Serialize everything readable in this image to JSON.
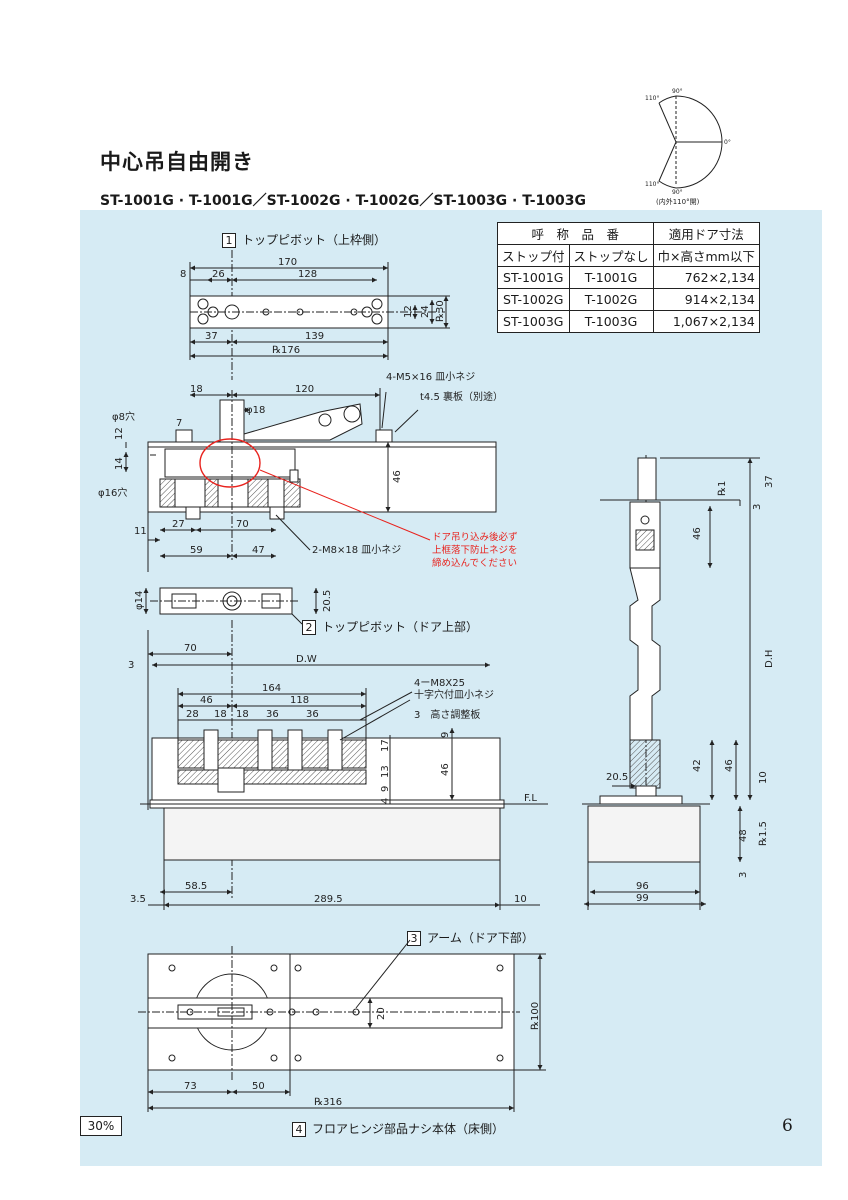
{
  "title": "中心吊自由開き",
  "subtitle": "ST-1001G · T-1001G／ST-1002G · T-1002G／ST-1003G · T-1003G",
  "swing": {
    "a110_top": "110°",
    "a90_top": "90°",
    "a0": "0°",
    "a110_bot": "110°",
    "a90_bot": "90°",
    "note": "(内外110°開)"
  },
  "table": {
    "header_name": "呼　称　品　番",
    "header_size": "適用ドア寸法",
    "sub_with_stop": "ストップ付",
    "sub_without_stop": "ストップなし",
    "sub_dims": "巾×高さmm以下",
    "rows": [
      {
        "with_stop": "ST-1001G",
        "without_stop": "T-1001G",
        "size": "762×2,134"
      },
      {
        "with_stop": "ST-1002G",
        "without_stop": "T-1002G",
        "size": "914×2,134"
      },
      {
        "with_stop": "ST-1003G",
        "without_stop": "T-1003G",
        "size": "1,067×2,134"
      }
    ]
  },
  "sections": {
    "s1_num": "1",
    "s1": "トップピボット（上枠側）",
    "s2_num": "2",
    "s2": "トップピボット（ドア上部）",
    "s3_num": "3",
    "s3": "アーム（ドア下部）",
    "s4_num": "4",
    "s4": "フロアヒンジ部品ナシ本体（床側）"
  },
  "dims": {
    "d170": "170",
    "d8": "8",
    "d26": "26",
    "d128": "128",
    "d12": "12",
    "d24": "24",
    "d30": "℞30",
    "d37": "37",
    "d139": "139",
    "d176": "℞176",
    "d18": "18",
    "d120": "120",
    "phi18": "φ18",
    "m5": "4-M5×16 皿小ネジ",
    "back": "t4.5 裏板（別途）",
    "phi8": "φ8穴",
    "d12b": "12",
    "d7": "7",
    "d14": "14",
    "d46": "46",
    "phi16": "φ16穴",
    "d11": "11",
    "d27": "27",
    "d70": "70",
    "d59": "59",
    "d47": "47",
    "m8": "2-M8×18 皿小ネジ",
    "red1": "ドア吊り込み後必ず",
    "red2": "上框落下防止ネジを",
    "red3": "締め込んでください",
    "phi14": "φ14",
    "d205": "20.5",
    "d70b": "70",
    "d3": "3",
    "dw": "D.W",
    "d164": "164",
    "d46b": "46",
    "d118": "118",
    "d28": "28",
    "d18a": "18",
    "d18b": "18",
    "d36a": "36",
    "d36b": "36",
    "m8x25": "4ーM8X25",
    "m8x25b": "十字穴付皿小ネジ",
    "adj": "3　高さ調整板",
    "d9": "9",
    "d17": "17",
    "d13": "13",
    "d9b": "9",
    "d46c": "46",
    "d4": "4",
    "fl": "F.L",
    "d585": "58.5",
    "d35": "3.5",
    "d2895": "289.5",
    "d10": "10",
    "r37": "37",
    "r1": "℞1",
    "r3": "3",
    "r46": "46",
    "rdh": "D.H",
    "r42": "42",
    "r46b": "46",
    "r205": "20.5",
    "r10": "10",
    "r48": "48",
    "r15": "℞1.5",
    "r3b": "3",
    "r96": "96",
    "r99": "99",
    "a20": "20",
    "a100": "℞100",
    "a73": "73",
    "a50": "50",
    "a316": "℞316"
  },
  "scale": "30%",
  "page_number": "6",
  "colors": {
    "panel": "#d6ebf4",
    "red": "#e8231e",
    "hatch": "#555555"
  }
}
